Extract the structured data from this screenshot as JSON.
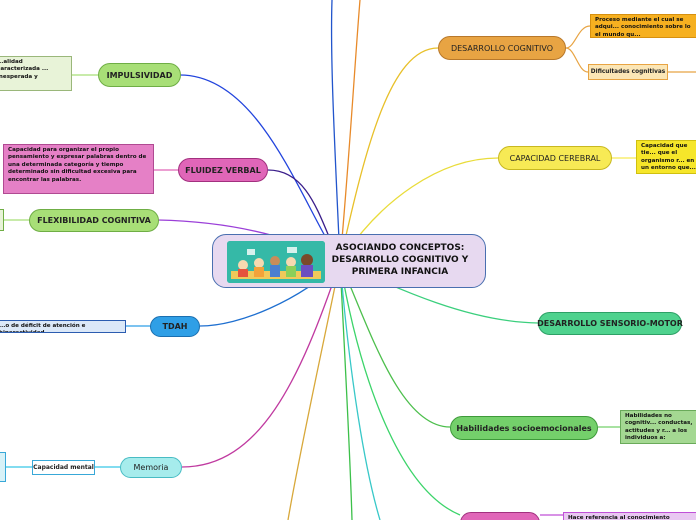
{
  "central": {
    "title": "ASOCIANDO CONCEPTOS: DESARROLLO COGNITIVO Y PRIMERA INFANCIA"
  },
  "nodes": {
    "impulsividad": "IMPULSIVIDAD",
    "fluidez_verbal": "FLUIDEZ VERBAL",
    "flexibilidad": "FLEXIBILIDAD COGNITIVA",
    "tdah": "TDAH",
    "memoria": "Memoria",
    "capacidad_mental": "Capacidad mental",
    "desarrollo_cognitivo": "DESARROLLO COGNITIVO",
    "capacidad_cerebral": "CAPACIDAD CEREBRAL",
    "sensorio_motor": "DESARROLLO SENSORIO-MOTOR",
    "habilidades": "Habilidades socioemocionales",
    "dificultades": "Dificultades cognitivas"
  },
  "notes": {
    "impulsividad": "...alidad caracterizada ... inesperada y",
    "fluidez_verbal": "Capacidad para organizar el propio pensamiento y expresar palabras dentro de una determinada categoría y tiempo determinado sin dificultad excesiva para encontrar las palabras.",
    "tdah": "...o de déficit de atención e hiperactividad",
    "proceso": "Proceso mediante el cual se adqui... conocimiento sobre lo el mundo qu...",
    "capacidad_cerebral": "Capacidad que tie... que el organismo r... en un entorno que...",
    "habilidades": "Habilidades no cognitiv... conductas, actitudes y r... a los individuos a:",
    "bottom": "Hace referencia al conocimiento respecto de..."
  },
  "colors": {
    "central_fill": "#e7d9f0",
    "impulsividad": "#a8df77",
    "fluidez": "#e066b8",
    "flexibilidad": "#a8df77",
    "tdah": "#2f9fe6",
    "memoria": "#a6ecec",
    "desarrollo_cognitivo": "#e8a443",
    "capacidad_cerebral": "#f7ea55",
    "sensorio_motor": "#4fd28e",
    "habilidades": "#74d06b"
  }
}
